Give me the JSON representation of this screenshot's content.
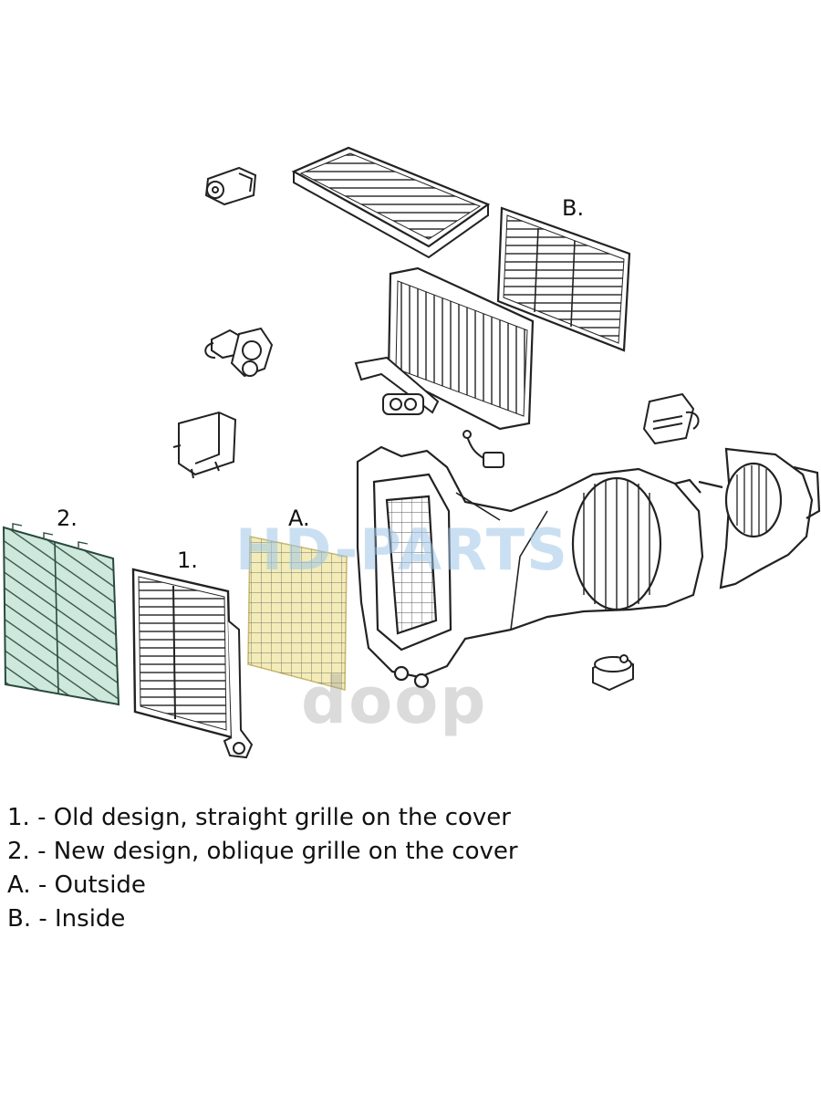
{
  "diagram": {
    "callouts": {
      "b": "B.",
      "a": "A.",
      "one": "1.",
      "two": "2."
    },
    "watermarks": {
      "brand": "HD-PARTS",
      "brand2": "doop"
    }
  },
  "legend": [
    "1. - Old design, straight grille on the cover",
    "2. - New design, oblique grille on the cover",
    "A. - Outside",
    "B. - Inside"
  ],
  "colors": {
    "line": "#222222",
    "filter_outside_fill": "#f3ecb8",
    "filter_new_fill": "#cfe8dc",
    "watermark": "#9fc7e8"
  },
  "icons": {
    "part": "line-drawing-component"
  }
}
